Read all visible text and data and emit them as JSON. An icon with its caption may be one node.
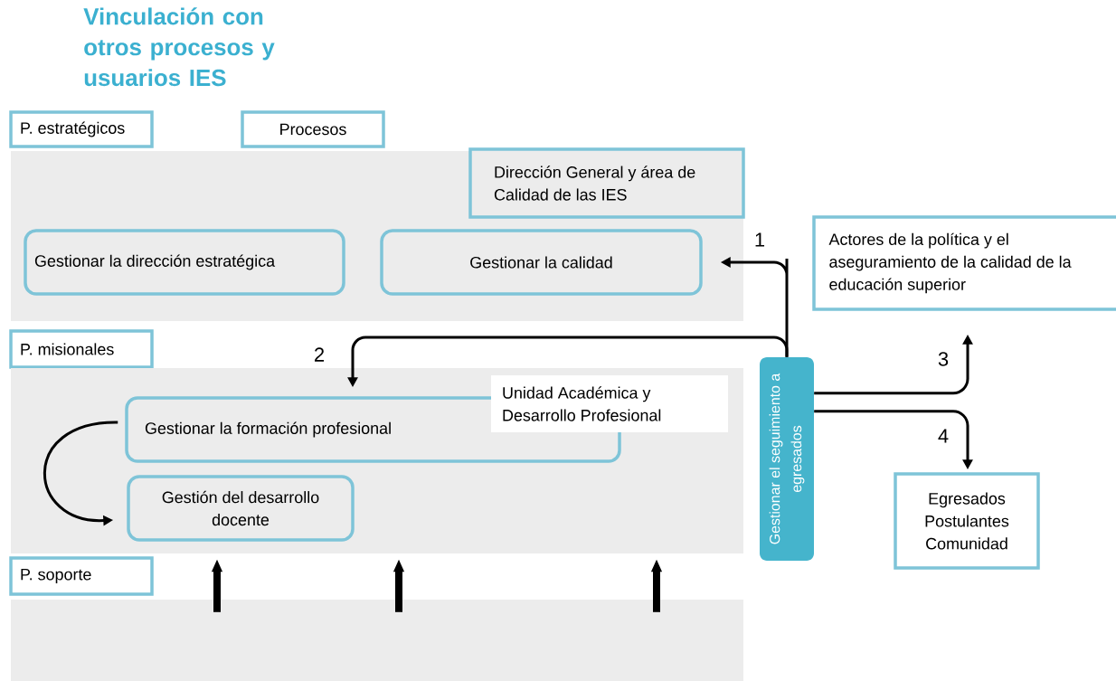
{
  "diagram": {
    "title": "Vinculación con otros procesos y usuarios IES",
    "nodes": [
      {
        "text": [
          "P. estratégicos"
        ]
      },
      {
        "text": [
          "Procesos"
        ]
      },
      {
        "text": [],
        "shape": "band"
      },
      {
        "text": [
          "Dirección General y área de Calidad de las IES"
        ],
        "in": 2
      },
      {
        "text": [
          "Gestionar la dirección estratégica"
        ],
        "in": 2
      },
      {
        "text": [
          "Gestionar la calidad"
        ],
        "in": 2
      },
      {
        "text": [
          "Actores de la política y el aseguramiento de la calidad de la educación superior"
        ]
      },
      {
        "text": [
          "P. misionales"
        ]
      },
      {
        "text": [],
        "shape": "band"
      },
      {
        "text": [
          "Gestionar la formación profesional"
        ],
        "in": 8
      },
      {
        "text": [
          "Unidad Académica y Desarrollo Profesional"
        ],
        "in": 8
      },
      {
        "text": [
          "Gestión del desarrollo docente"
        ],
        "in": 8
      },
      {
        "text": [
          "Gestionar el seguimiento a egresados"
        ]
      },
      {
        "text": [
          "P. soporte"
        ]
      },
      {
        "text": [],
        "shape": "band"
      },
      {
        "text": [
          "Egresados Postulantes Comunidad"
        ]
      }
    ],
    "edges": [
      {
        "from": 12,
        "to": 5,
        "arrow": "to",
        "label": "1"
      },
      {
        "from": 12,
        "to": 9,
        "arrow": "to",
        "label": "2"
      },
      {
        "from": 12,
        "to": 6,
        "arrow": "to",
        "label": "3"
      },
      {
        "from": 12,
        "to": 15,
        "arrow": "to",
        "label": "4"
      },
      {
        "from": 9,
        "to": 11,
        "arrow": "to"
      },
      {
        "from": 14,
        "to": 8,
        "arrow": "to",
        "style": "thick"
      },
      {
        "from": 14,
        "to": 8,
        "arrow": "to",
        "style": "thick"
      },
      {
        "from": 14,
        "to": 8,
        "arrow": "to",
        "style": "thick"
      }
    ]
  }
}
